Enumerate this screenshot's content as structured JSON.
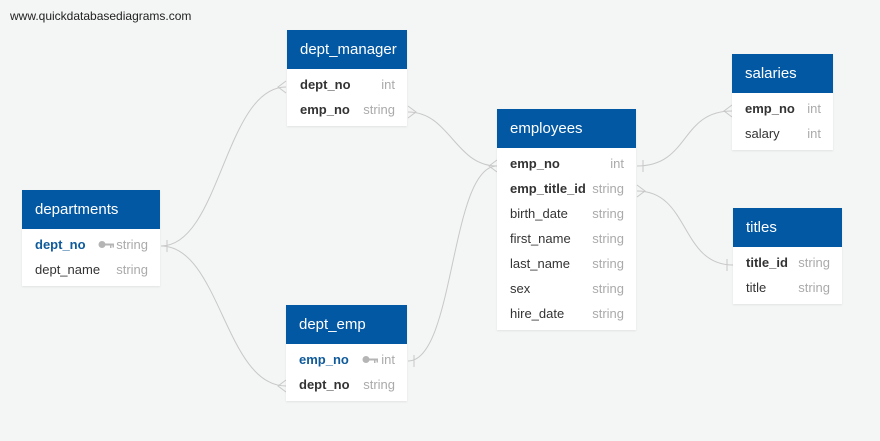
{
  "watermark": "www.quickdatabasediagrams.com",
  "tables": {
    "dept_manager": {
      "title": "dept_manager",
      "fields": [
        {
          "name": "dept_no",
          "type": "int"
        },
        {
          "name": "emp_no",
          "type": "string"
        }
      ]
    },
    "departments": {
      "title": "departments",
      "fields": [
        {
          "name": "dept_no",
          "type": "string",
          "key": true
        },
        {
          "name": "dept_name",
          "type": "string"
        }
      ]
    },
    "dept_emp": {
      "title": "dept_emp",
      "fields": [
        {
          "name": "emp_no",
          "type": "int",
          "key": true
        },
        {
          "name": "dept_no",
          "type": "string"
        }
      ]
    },
    "employees": {
      "title": "employees",
      "fields": [
        {
          "name": "emp_no",
          "type": "int"
        },
        {
          "name": "emp_title_id",
          "type": "string"
        },
        {
          "name": "birth_date",
          "type": "string"
        },
        {
          "name": "first_name",
          "type": "string"
        },
        {
          "name": "last_name",
          "type": "string"
        },
        {
          "name": "sex",
          "type": "string"
        },
        {
          "name": "hire_date",
          "type": "string"
        }
      ]
    },
    "salaries": {
      "title": "salaries",
      "fields": [
        {
          "name": "emp_no",
          "type": "int"
        },
        {
          "name": "salary",
          "type": "int"
        }
      ]
    },
    "titles": {
      "title": "titles",
      "fields": [
        {
          "name": "title_id",
          "type": "string"
        },
        {
          "name": "title",
          "type": "string"
        }
      ]
    }
  },
  "colors": {
    "header": "#0358a3",
    "link": "#c8c8c8",
    "key_text": "#0f5a9a",
    "type_text": "#aaaaaa"
  }
}
